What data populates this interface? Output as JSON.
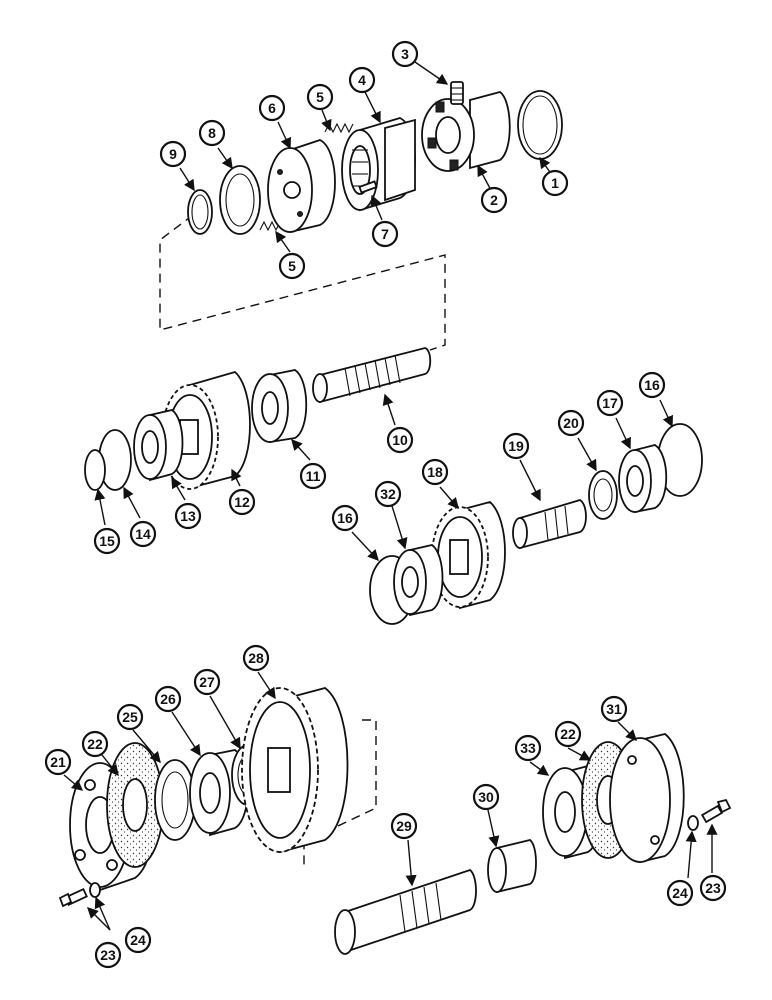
{
  "diagram": {
    "callouts": [
      "1",
      "2",
      "3",
      "4",
      "5",
      "5",
      "6",
      "7",
      "8",
      "9",
      "10",
      "11",
      "12",
      "13",
      "14",
      "15",
      "16",
      "16",
      "17",
      "18",
      "19",
      "20",
      "21",
      "22",
      "22",
      "23",
      "23",
      "24",
      "24",
      "25",
      "26",
      "27",
      "28",
      "29",
      "30",
      "31",
      "32",
      "33"
    ]
  }
}
